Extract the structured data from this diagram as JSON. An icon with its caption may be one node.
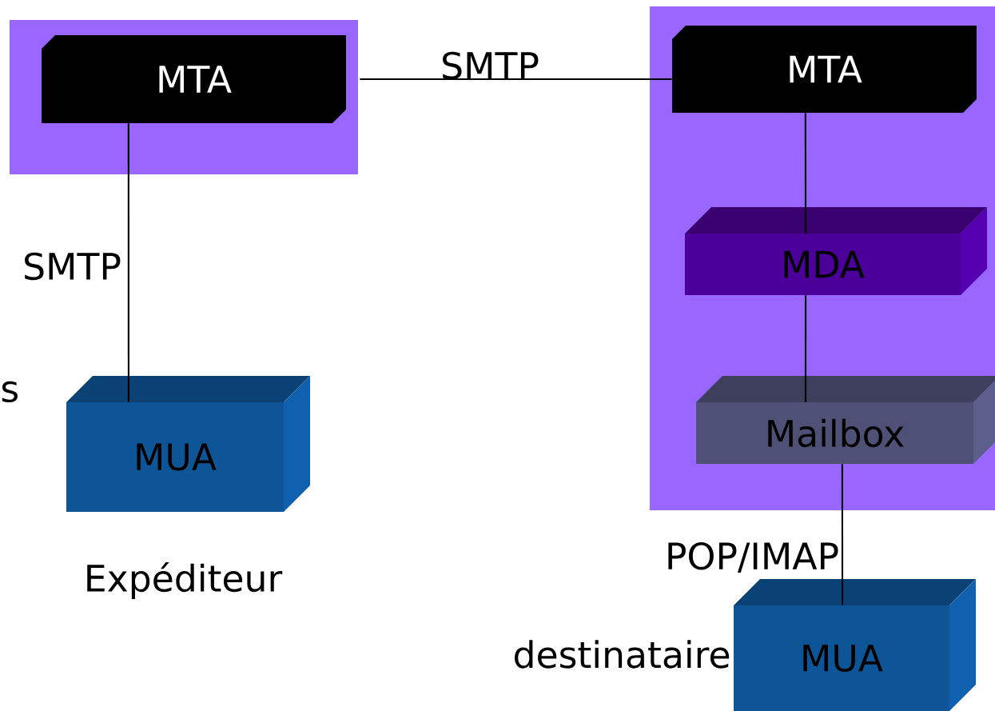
{
  "diagram": {
    "nodes": [
      {
        "text": [],
        "shape": "box"
      },
      {
        "text": [
          "MTA"
        ],
        "in": 0
      },
      {
        "text": [
          "MUA"
        ],
        "beside": [
          "Expéditeur"
        ]
      },
      {
        "text": [],
        "shape": "box"
      },
      {
        "text": [
          "MTA"
        ],
        "in": 3
      },
      {
        "text": [
          "MDA"
        ],
        "in": 3
      },
      {
        "text": [
          "Mailbox"
        ],
        "in": 3
      },
      {
        "text": [
          "MUA"
        ],
        "beside": [
          "destinataire"
        ]
      }
    ],
    "edges": [
      {
        "from": 1,
        "to": 4,
        "arrow": "none",
        "label": "SMTP"
      },
      {
        "from": 1,
        "to": 2,
        "arrow": "none",
        "label": "SMTP"
      },
      {
        "from": 4,
        "to": 5,
        "arrow": "none"
      },
      {
        "from": 5,
        "to": 6,
        "arrow": "none"
      },
      {
        "from": 6,
        "to": 7,
        "arrow": "none",
        "label": "POP/IMAP"
      }
    ],
    "labels": [
      "s"
    ]
  }
}
